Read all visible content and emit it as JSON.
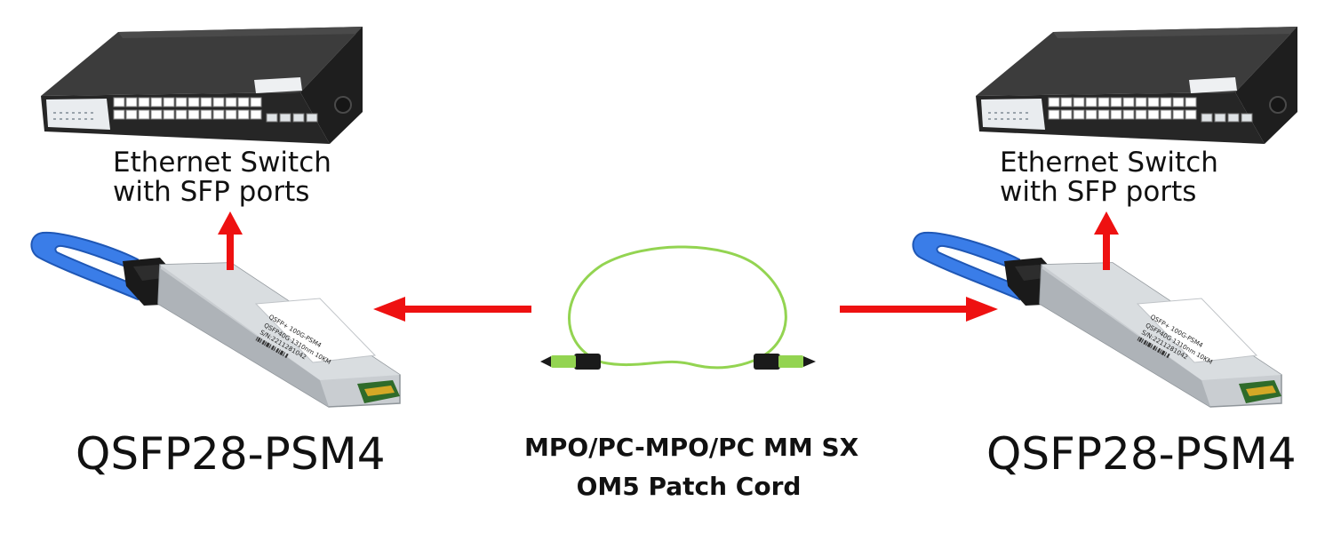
{
  "switch_left": {
    "line1": "Ethernet  Switch",
    "line2": "with SFP ports"
  },
  "switch_right": {
    "line1": "Ethernet  Switch",
    "line2": "with SFP ports"
  },
  "module_left": {
    "name": "QSFP28-PSM4",
    "sticker": [
      "QSFP+ 100G-PSM4",
      "QSFP40G 1310nm 10KM",
      "S/N:2211281042"
    ]
  },
  "module_right": {
    "name": "QSFP28-PSM4",
    "sticker": [
      "QSFP+ 100G-PSM4",
      "QSFP40G 1310nm 10KM",
      "S/N:2211281042"
    ]
  },
  "cord": {
    "line1": "MPO/PC-MPO/PC MM SX",
    "line2": "OM5 Patch Cord"
  },
  "colors": {
    "arrow": "#ee1111",
    "cord": "#93d451",
    "handle": "#3a7de8",
    "switch_body": "#2b2b2b"
  }
}
